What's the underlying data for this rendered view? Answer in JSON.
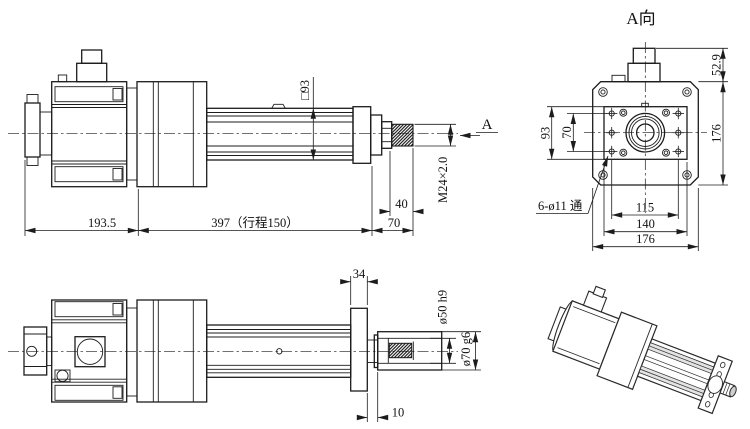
{
  "side_view": {
    "dim_motor_length": "193.5",
    "dim_body_length": "397（行程150）",
    "dim_rod_extension": "70",
    "dim_thread_length": "40",
    "thread_spec": "M24×2.0",
    "dim_tube_square": "□93",
    "view_arrow_label": "A"
  },
  "end_view": {
    "title": "A向",
    "dim_connector_height": "52.9",
    "dim_plate_height": "176",
    "dim_holes_v_outer": "93",
    "dim_holes_v_inner": "70",
    "dim_holes_h": "115",
    "dim_flange_width": "140",
    "dim_plate_width": "176",
    "holes_note": "6-ø11 通"
  },
  "top_view": {
    "dim_flange_thickness": "34",
    "dim_gap": "10",
    "dim_bore": "ø50 h9",
    "dim_rod_od": "ø70 g6"
  }
}
